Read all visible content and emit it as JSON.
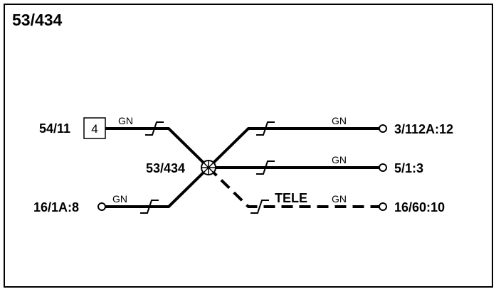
{
  "diagram": {
    "title": "53/434",
    "splice": {
      "label": "53/434"
    },
    "connectors": {
      "left_top": "54/11",
      "left_top_pin": "4",
      "left_bottom": "16/1A:8",
      "right_top": "3/112A:12",
      "right_mid": "5/1:3",
      "right_bottom": "16/60:10"
    },
    "wire_colors": {
      "left_top": "GN",
      "left_bottom": "GN",
      "right_top": "GN",
      "right_mid": "GN",
      "right_bottom": "GN"
    },
    "tele_label": "TELE"
  }
}
